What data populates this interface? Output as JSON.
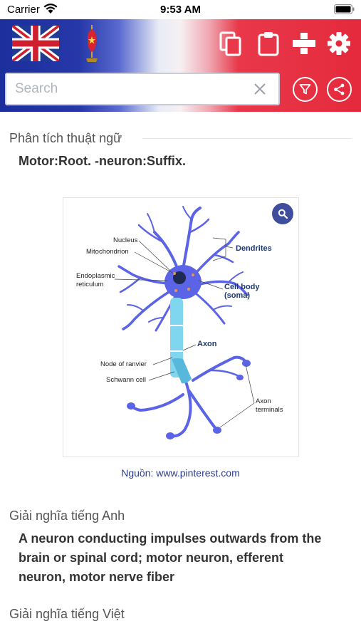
{
  "status_bar": {
    "carrier": "Carrier",
    "time": "9:53 AM"
  },
  "header": {
    "search": {
      "placeholder": "Search",
      "value": ""
    }
  },
  "sections": {
    "term_analysis": {
      "label": "Phân tích thuật ngữ",
      "text": "Motor:Root. -neuron:Suffix."
    },
    "english_meaning": {
      "label": "Giải nghĩa tiếng Anh",
      "lines": [
        "A neuron conducting impulses outwards from the",
        "brain or spinal cord; motor neuron, efferent",
        "neuron, motor nerve fiber"
      ]
    },
    "vietnamese_meaning": {
      "label": "Giải nghĩa tiếng Việt"
    }
  },
  "diagram": {
    "labels": {
      "nucleus": "Nucleus",
      "mitochondrion": "Mitochondrion",
      "endoplasmic_1": "Endoplasmic",
      "endoplasmic_2": "reticulum",
      "dendrites": "Dendrites",
      "cell_body_1": "Cell body",
      "cell_body_2": "(soma)",
      "axon": "Axon",
      "node_of_ranvier": "Node of  ranvier",
      "schwann_cell": "Schwann cell",
      "axon_terminals_1": "Axon",
      "axon_terminals_2": "terminals"
    },
    "source": "Nguồn: www.pinterest.com"
  },
  "colors": {
    "header_blue": "#1c2e9a",
    "header_red": "#e42a3c",
    "neuron": "#5b63e6",
    "axon_cyan": "#7fd6ee",
    "link": "#2b3e8c",
    "zoom_button": "#3e4e9c"
  },
  "icons": [
    "wifi-icon",
    "battery-icon",
    "uk-flag-icon",
    "vietnam-flag-icon",
    "copy-icon",
    "clipboard-icon",
    "game-controller-icon",
    "gear-icon",
    "clear-icon",
    "filter-icon",
    "share-icon",
    "zoom-icon"
  ]
}
